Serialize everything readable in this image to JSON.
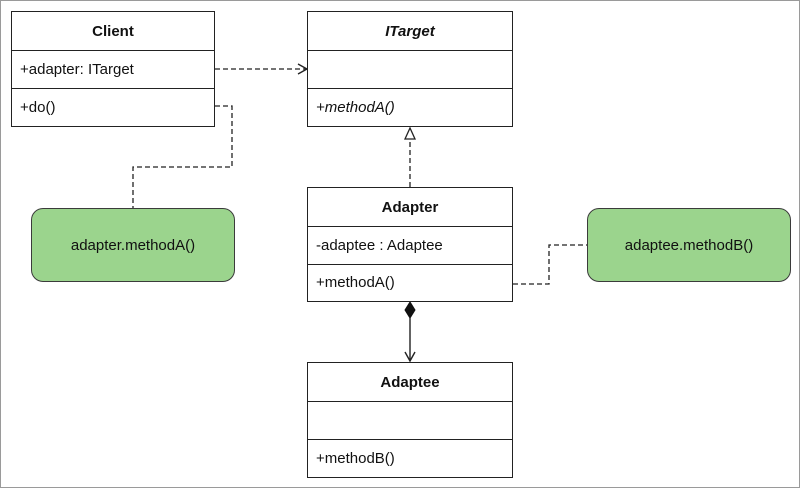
{
  "classes": {
    "client": {
      "name": "Client",
      "attribute": "+adapter: ITarget",
      "operation": "+do()"
    },
    "itarget": {
      "name": "ITarget",
      "attribute": "",
      "operation": "+methodA()"
    },
    "adapter": {
      "name": "Adapter",
      "attribute": "-adaptee : Adaptee",
      "operation": "+methodA()"
    },
    "adaptee": {
      "name": "Adaptee",
      "attribute": "",
      "operation": "+methodB()"
    }
  },
  "notes": {
    "client_note": "adapter.methodA()",
    "adapter_note": "adaptee.methodB()"
  },
  "colors": {
    "note_fill": "#9bd48d",
    "line": "#222222"
  }
}
